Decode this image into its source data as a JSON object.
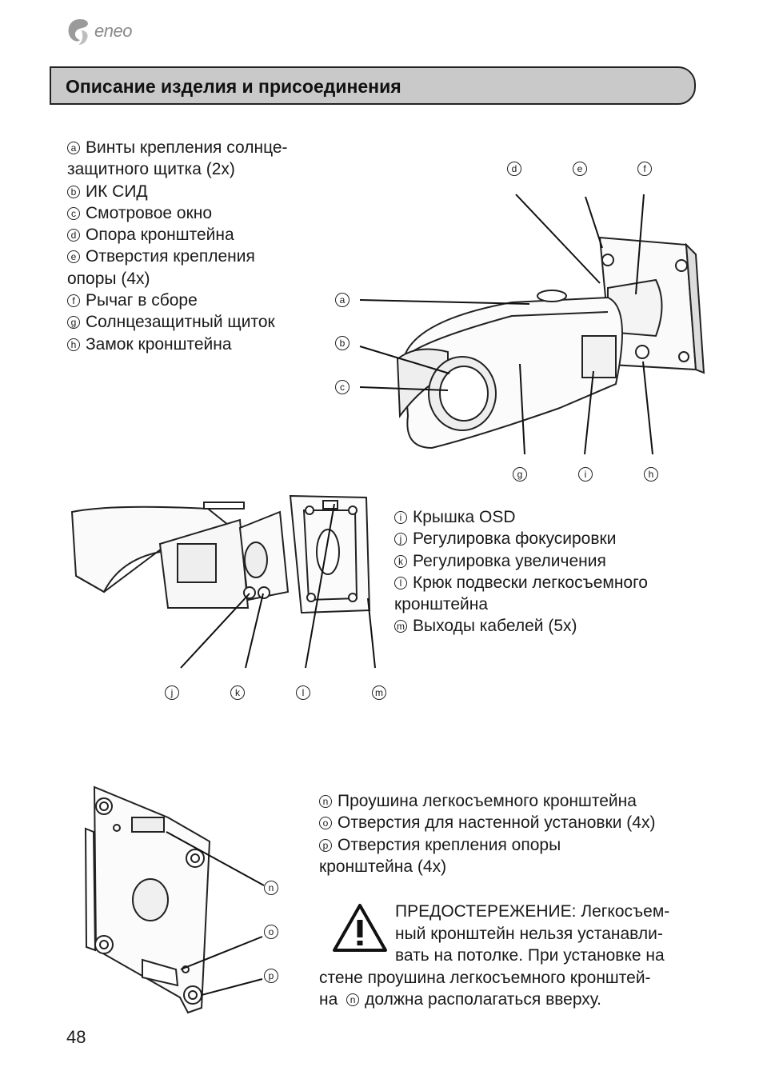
{
  "logo": {
    "text": "eneo"
  },
  "header": {
    "title": "Описание изделия и присоединения"
  },
  "list1": [
    {
      "ref": "a",
      "text": "Винты крепления солнце-"
    },
    {
      "ref": "",
      "text": "защитного щитка (2x)"
    },
    {
      "ref": "b",
      "text": "ИК СИД"
    },
    {
      "ref": "c",
      "text": "Смотровое окно"
    },
    {
      "ref": "d",
      "text": "Опора кронштейна"
    },
    {
      "ref": "e",
      "text": "Отверстия крепления"
    },
    {
      "ref": "",
      "text": "опоры (4x)"
    },
    {
      "ref": "f",
      "text": "Рычаг в сборе"
    },
    {
      "ref": "g",
      "text": "Солнцезащитный щиток"
    },
    {
      "ref": "h",
      "text": "Замок кронштейна"
    }
  ],
  "list2": [
    {
      "ref": "i",
      "text": "Крышка OSD"
    },
    {
      "ref": "j",
      "text": "Регулировка фокусировки"
    },
    {
      "ref": "k",
      "text": "Регулировка увеличения"
    },
    {
      "ref": "l",
      "text": "Крюк подвески легкосъемного"
    },
    {
      "ref": "",
      "text": "кронштейна"
    },
    {
      "ref": "m",
      "text": "Выходы кабелей (5x)"
    }
  ],
  "list3": [
    {
      "ref": "n",
      "text": "Проушина легкосъемного кронштейна"
    },
    {
      "ref": "o",
      "text": "Отверстия для настенной установки (4x)"
    },
    {
      "ref": "p",
      "text": "Отверстия крепления опоры"
    },
    {
      "ref": "",
      "text": "кронштейна (4x)"
    }
  ],
  "warning": {
    "lines": [
      "ПРЕДОСТЕРЕЖЕНИЕ: Легкосъем-",
      "ный кронштейн нельзя устанавли-",
      "вать на потолке. При установке на",
      "стене проушина легкосъемного кронштей-"
    ],
    "last_before": "на",
    "last_ref": "n",
    "last_after": "должна располагаться вверху."
  },
  "callouts": {
    "a": "a",
    "b": "b",
    "c": "c",
    "d": "d",
    "e": "e",
    "f": "f",
    "g": "g",
    "h": "h",
    "i": "i",
    "j": "j",
    "k": "k",
    "l": "l",
    "m": "m",
    "n": "n",
    "o": "o",
    "p": "p"
  },
  "page_number": "48"
}
